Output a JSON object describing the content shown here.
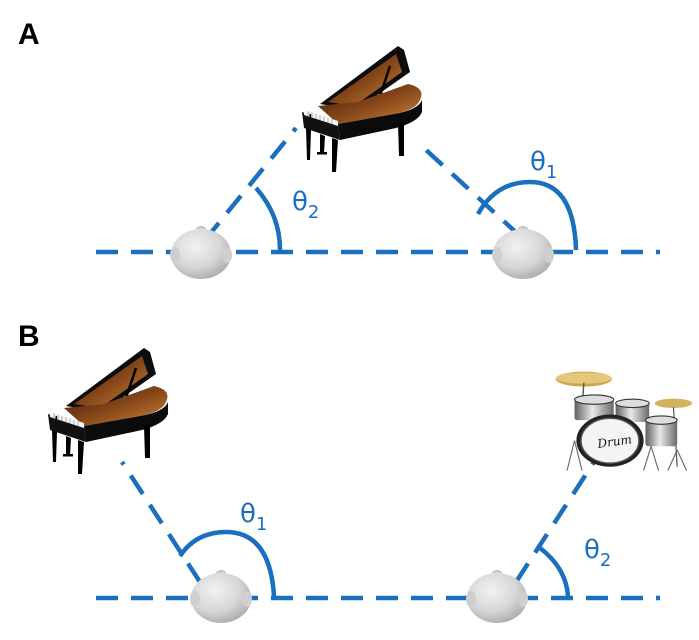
{
  "colors": {
    "accent": "#1a6fbf",
    "head": "#d8d8d8",
    "piano_body": "#0e0e0e",
    "piano_wood": "#7a3a12",
    "drum_shell": "#9c9c9c",
    "cymbal": "#c9a64a"
  },
  "panels": [
    {
      "label": "A",
      "instruments": [
        {
          "name": "Piano",
          "icon": "grand-piano-icon"
        }
      ],
      "listeners": [
        {
          "icon": "head-top-view-icon"
        },
        {
          "icon": "head-top-view-icon"
        }
      ],
      "angles": [
        {
          "symbol": "θ",
          "subscript": "2"
        },
        {
          "symbol": "θ",
          "subscript": "1"
        }
      ]
    },
    {
      "label": "B",
      "instruments": [
        {
          "name": "Piano",
          "icon": "grand-piano-icon"
        },
        {
          "name": "Drum",
          "icon": "drum-kit-icon",
          "drum_text": "Drum"
        }
      ],
      "listeners": [
        {
          "icon": "head-top-view-icon"
        },
        {
          "icon": "head-top-view-icon"
        }
      ],
      "angles": [
        {
          "symbol": "θ",
          "subscript": "1"
        },
        {
          "symbol": "θ",
          "subscript": "2"
        }
      ]
    }
  ]
}
